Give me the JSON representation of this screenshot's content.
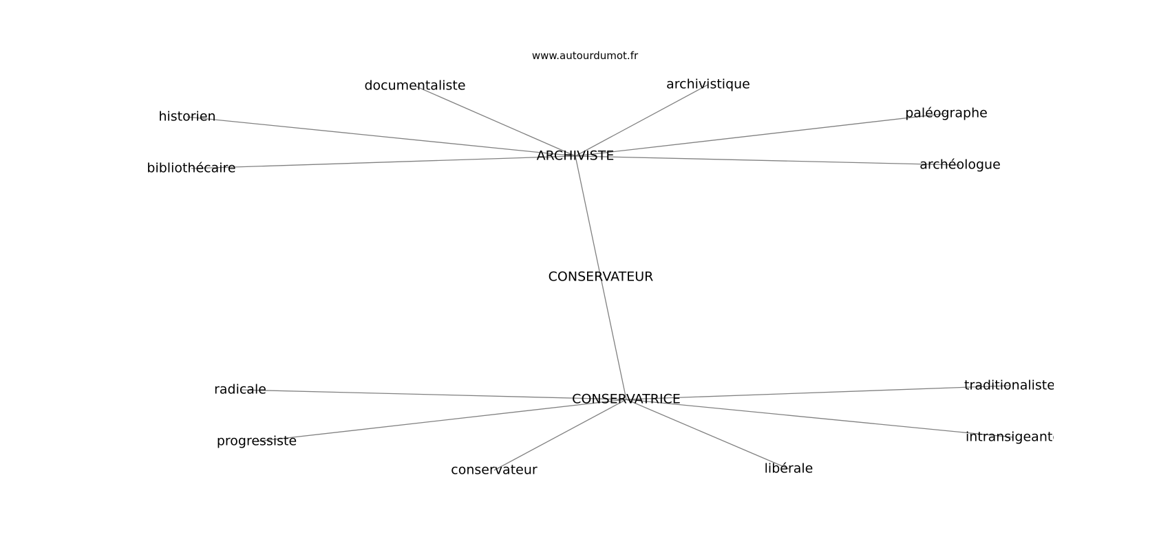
{
  "watermark": "www.autourdumot.fr",
  "diagram": {
    "center": "CONSERVATEUR",
    "hubs": [
      {
        "id": "archiviste",
        "label": "ARCHIVISTE",
        "neighbors": [
          "documentaliste",
          "archivistique",
          "historien",
          "paléographe",
          "bibliothécaire",
          "archéologue"
        ]
      },
      {
        "id": "conservatrice",
        "label": "CONSERVATRICE",
        "neighbors": [
          "radicale",
          "traditionaliste",
          "progressiste",
          "intransigeante",
          "conservateur",
          "libérale"
        ]
      }
    ],
    "edges": [
      [
        "archiviste",
        "conservatrice"
      ],
      [
        "archiviste",
        "documentaliste"
      ],
      [
        "archiviste",
        "archivistique"
      ],
      [
        "archiviste",
        "historien"
      ],
      [
        "archiviste",
        "paléographe"
      ],
      [
        "archiviste",
        "bibliothécaire"
      ],
      [
        "archiviste",
        "archéologue"
      ],
      [
        "conservatrice",
        "radicale"
      ],
      [
        "conservatrice",
        "traditionaliste"
      ],
      [
        "conservatrice",
        "progressiste"
      ],
      [
        "conservatrice",
        "intransigeante"
      ],
      [
        "conservatrice",
        "conservateur"
      ],
      [
        "conservatrice",
        "libérale"
      ]
    ]
  }
}
